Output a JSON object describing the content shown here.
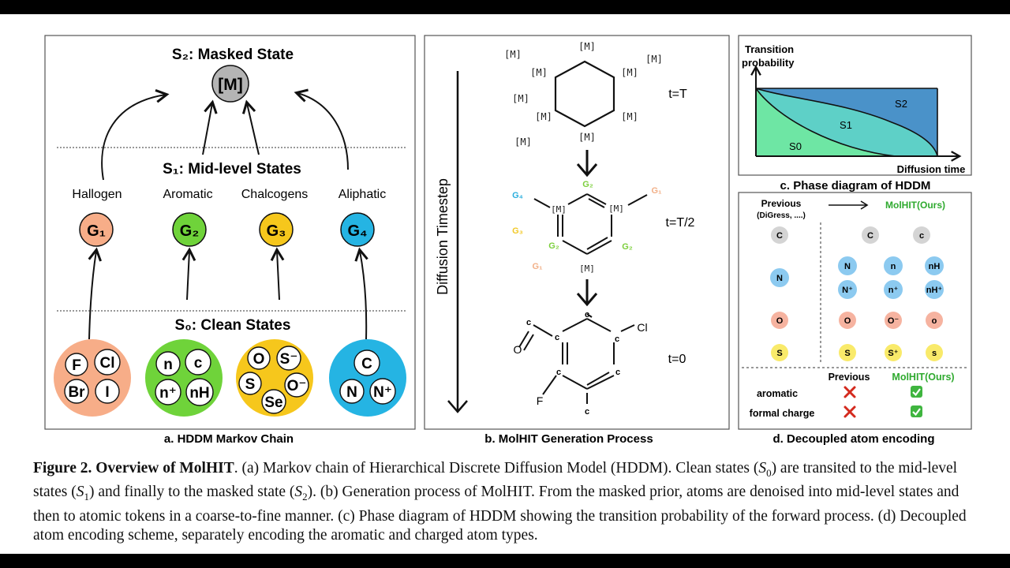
{
  "panel_a": {
    "top_title": "S₂: Masked State",
    "mask_token": "[M]",
    "mid_title": "S₁: Mid-level States",
    "clean_title": "S₀: Clean States",
    "groups": [
      {
        "label": "Hallogen",
        "badge": "G₁",
        "color": "#f7ad88",
        "atoms": [
          "F",
          "Cl",
          "Br",
          "I"
        ]
      },
      {
        "label": "Aromatic",
        "badge": "G₂",
        "color": "#6fd33a",
        "atoms": [
          "n",
          "c",
          "n⁺",
          "nH"
        ]
      },
      {
        "label": "Chalcogens",
        "badge": "G₃",
        "color": "#f6c71c",
        "atoms": [
          "O",
          "S⁻",
          "S",
          "O⁻",
          "Se"
        ]
      },
      {
        "label": "Aliphatic",
        "badge": "G₄",
        "color": "#25b4e3",
        "atoms": [
          "C",
          "N",
          "N⁺"
        ]
      }
    ],
    "caption": "a. HDDM Markov Chain"
  },
  "panel_b": {
    "axis_label": "Diffusion Timestep",
    "mask_token": "[M]",
    "t_top": "t=T",
    "t_mid": "t=T/2",
    "t_bot": "t=0",
    "g_labels": {
      "g1": "G₁",
      "g2": "G₂",
      "g3": "G₃",
      "g4": "G₄"
    },
    "atoms": {
      "c": "c",
      "o": "O",
      "cl": "Cl",
      "f": "F"
    },
    "caption": "b. MolHIT Generation Process"
  },
  "panel_c": {
    "ylabel_1": "Transition",
    "ylabel_2": "probability",
    "xlabel": "Diffusion time",
    "regions": [
      "S2",
      "S1",
      "S0"
    ],
    "caption": "c. Phase diagram of HDDM",
    "colors": {
      "s2": "#4a92c9",
      "s1": "#5ed0c7",
      "s0": "#6ee6a4"
    }
  },
  "panel_d": {
    "prev_title": "Previous",
    "prev_sub": "(DiGress, ....)",
    "ours_title": "MolHIT(Ours)",
    "rows": [
      {
        "prev": "C",
        "ours": [
          "C",
          "c"
        ],
        "color": "#d4d4d4"
      },
      {
        "prev": "N",
        "ours": [
          "N",
          "n",
          "nH",
          "N⁺",
          "n⁺",
          "nH⁺"
        ],
        "color": "#8ccaf0"
      },
      {
        "prev": "O",
        "ours": [
          "O",
          "O⁻",
          "o"
        ],
        "color": "#f6b3a0"
      },
      {
        "prev": "S",
        "ours": [
          "S",
          "S⁺",
          "s"
        ],
        "color": "#f9ea6a"
      }
    ],
    "table_head_prev": "Previous",
    "table_head_ours": "MolHIT(Ours)",
    "feature_1": "aromatic",
    "feature_2": "formal charge",
    "caption": "d. Decoupled atom encoding"
  },
  "figure_caption": {
    "lead": "Figure 2. Overview of MolHIT",
    "text_1": ". (a) Markov chain of Hierarchical Discrete Diffusion Model (HDDM). Clean states (",
    "s0": "S",
    "s0_sub": "0",
    "text_2": ") are transited to the mid-level states (",
    "s1": "S",
    "s1_sub": "1",
    "text_3": ") and finally to the masked state (",
    "s2": "S",
    "s2_sub": "2",
    "text_4": "). (b) Generation process of MolHIT. From the masked prior, atoms are denoised into mid-level states and then to atomic tokens in a coarse-to-fine manner. (c) Phase diagram of HDDM showing the transition probability of the forward process. (d) Decoupled atom encoding scheme, separately encoding the aromatic and charged atom types."
  }
}
